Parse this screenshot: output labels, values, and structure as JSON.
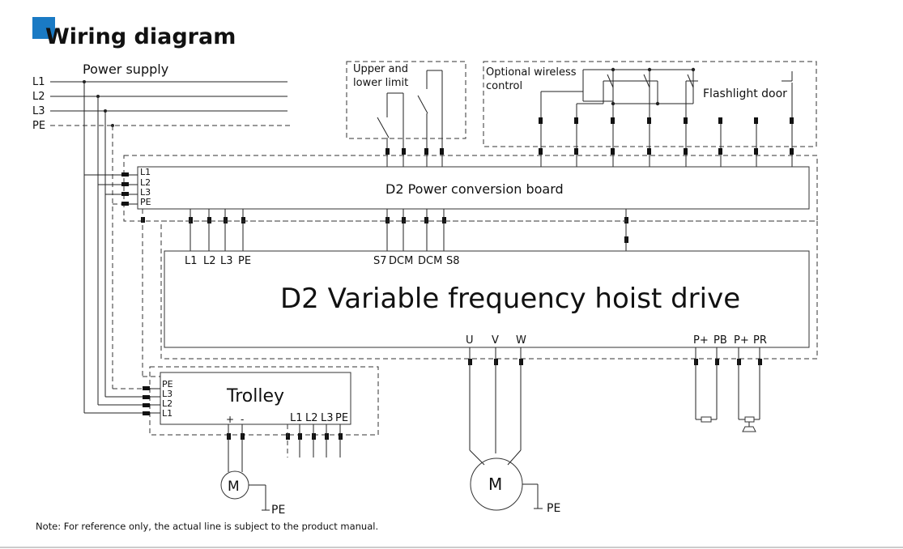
{
  "colors": {
    "accent": "#1a7ac4",
    "line": "#222222",
    "text": "#111111"
  },
  "title": "Wiring diagram",
  "power_supply": {
    "label": "Power supply",
    "lines": [
      "L1",
      "L2",
      "L3",
      "PE"
    ]
  },
  "limit_switch": {
    "label_line1": "Upper and",
    "label_line2": "lower limit"
  },
  "wireless": {
    "label_line1": "Optional wireless",
    "label_line2": "control"
  },
  "flashlight": {
    "label": "Flashlight door"
  },
  "board": {
    "label": "D2 Power conversion board",
    "inputs": [
      "L1",
      "L2",
      "L3",
      "PE"
    ]
  },
  "drive": {
    "label": "D2 Variable frequency hoist drive",
    "top_terminals": [
      "L1",
      "L2",
      "L3",
      "PE"
    ],
    "signal_terminals": [
      "S7",
      "DCM",
      "DCM",
      "S8"
    ],
    "motor_terminals": [
      "U",
      "V",
      "W"
    ],
    "brake_terminals": [
      "P+",
      "PB",
      "P+",
      "PR"
    ]
  },
  "trolley": {
    "label": "Trolley",
    "side_terminals": [
      "PE",
      "L3",
      "L2",
      "L1"
    ],
    "plus": "+",
    "minus": "-",
    "bottom_terminals": [
      "L1",
      "L2",
      "L3",
      "PE"
    ]
  },
  "motor_small": {
    "label": "M",
    "ground": "PE"
  },
  "motor_large": {
    "label": "M",
    "ground": "PE"
  },
  "note": "Note: For reference only, the actual line is subject to the product manual."
}
